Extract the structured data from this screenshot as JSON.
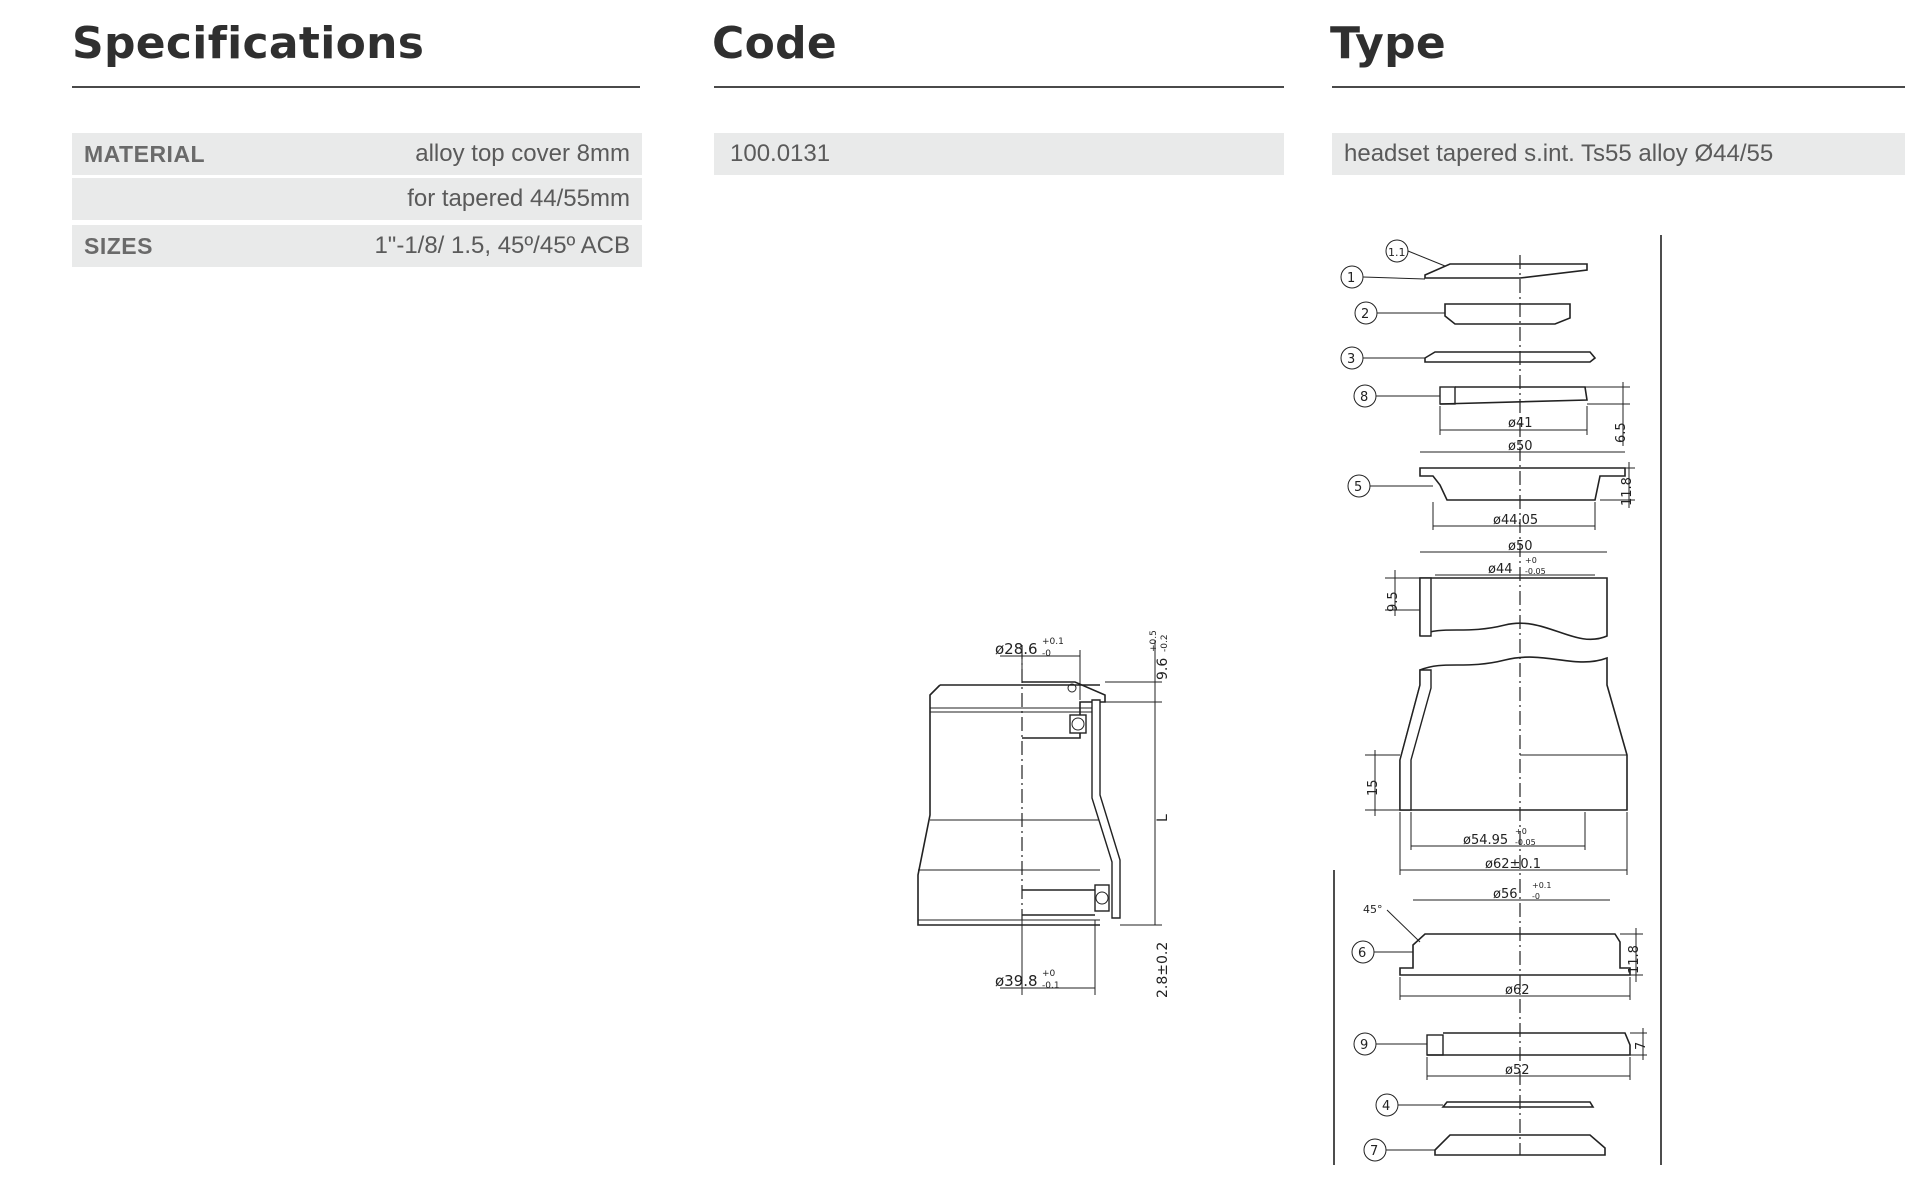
{
  "headings": {
    "specifications": "Specifications",
    "code": "Code",
    "type": "Type"
  },
  "specs": {
    "material_label": "MATERIAL",
    "material_value_1": "alloy top cover 8mm",
    "material_value_2": "for tapered 44/55mm",
    "sizes_label": "SIZES",
    "sizes_value": "1\"-1/8/ 1.5, 45º/45º ACB"
  },
  "code": {
    "value": "100.0131"
  },
  "type": {
    "value": "headset tapered s.int. Ts55 alloy Ø44/55"
  },
  "assembly_drawing": {
    "top_diameter_main": "ø28.6",
    "top_diameter_tol_up": "+0.1",
    "top_diameter_tol_down": "-0",
    "stack_top_main": "9.6",
    "stack_top_tol_up": "+0.5",
    "stack_top_tol_down": "-0.2",
    "length_label": "L",
    "bottom_diameter_main": "ø39.8",
    "bottom_diameter_tol_up": "+0",
    "bottom_diameter_tol_down": "-0.1",
    "stack_bottom": "2.8±0.2"
  },
  "exploded_drawing": {
    "callouts": [
      "1.1",
      "1",
      "2",
      "3",
      "8",
      "5",
      "6",
      "9",
      "4",
      "7"
    ],
    "dims": {
      "d41": "ø41",
      "h65": "6.5",
      "d50_a": "ø50",
      "h118_a": "11.8",
      "d4405": "ø44.05",
      "d50_b": "ø50",
      "d44_main": "ø44",
      "d44_tol_up": "+0",
      "d44_tol_down": "-0.05",
      "h95": "9.5",
      "h15": "15",
      "d5495_main": "ø54.95",
      "d5495_tol_up": "+0",
      "d5495_tol_down": "-0.05",
      "d62tol": "ø62±0.1",
      "angle45": "45°",
      "d56_main": "ø56",
      "d56_tol_up": "+0.1",
      "d56_tol_down": "-0",
      "h118_b": "11.8",
      "d62": "ø62",
      "h7": "7",
      "d52": "ø52"
    }
  }
}
